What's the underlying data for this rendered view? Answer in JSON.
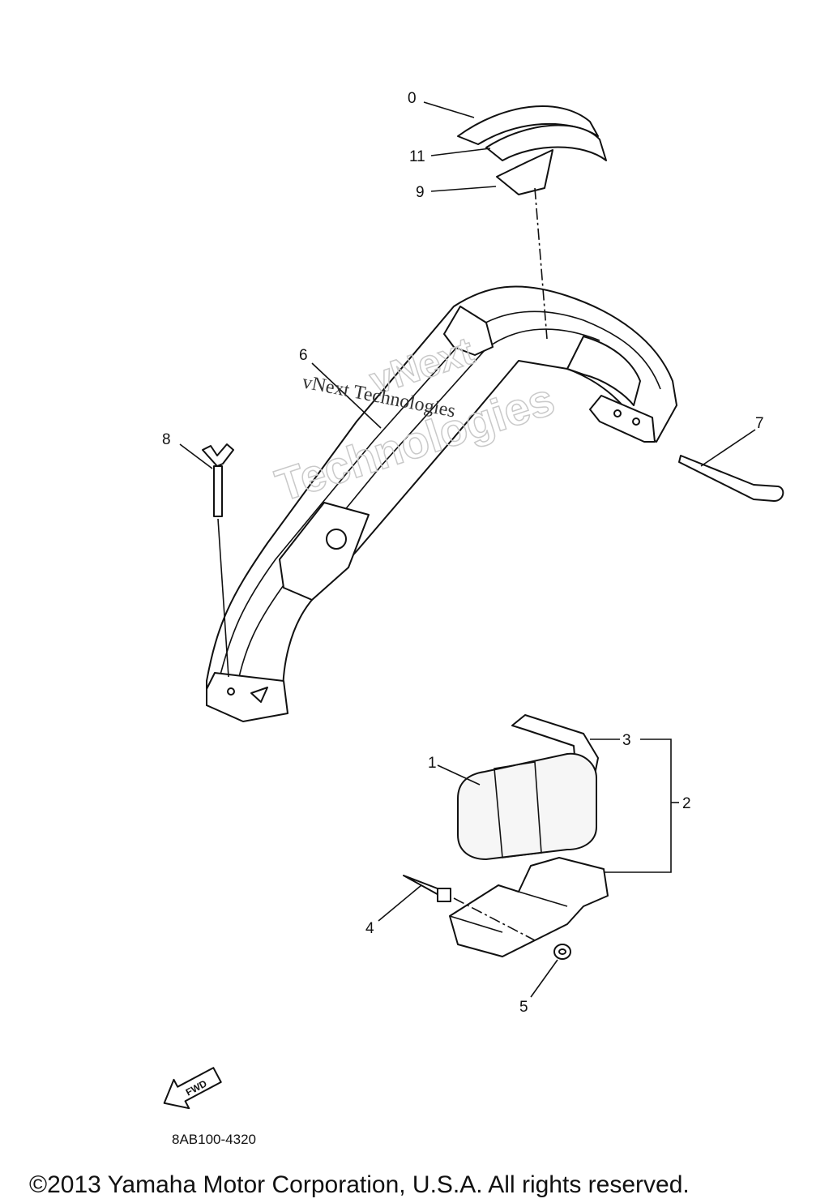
{
  "callouts": [
    {
      "id": "0",
      "label": "0"
    },
    {
      "id": "11",
      "label": "11"
    },
    {
      "id": "9",
      "label": "9"
    },
    {
      "id": "6",
      "label": "6"
    },
    {
      "id": "8",
      "label": "8"
    },
    {
      "id": "7",
      "label": "7"
    },
    {
      "id": "3",
      "label": "3"
    },
    {
      "id": "1",
      "label": "1"
    },
    {
      "id": "2",
      "label": "2"
    },
    {
      "id": "4",
      "label": "4"
    },
    {
      "id": "5",
      "label": "5"
    }
  ],
  "watermark": {
    "serif_text": "vNext Technologies",
    "outline_line1": "vNext",
    "outline_line2": "Technologies",
    "outline_color": "#c9c9c9"
  },
  "fwd_arrow": {
    "label": "FWD"
  },
  "diagram_code": "8AB100-4320",
  "copyright": "©2013 Yamaha Motor Corporation, U.S.A. All rights reserved."
}
